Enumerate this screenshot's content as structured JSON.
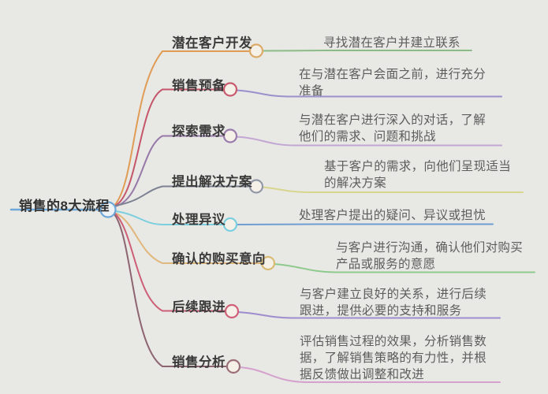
{
  "diagram": {
    "title": "销售的8大流程",
    "background_color": "#e8e8e5",
    "root": {
      "label": "销售的8大流程",
      "color": "#6ea7d8",
      "node_fill": "#edf2f7"
    },
    "node_fill": "#f5f1e8",
    "branches": [
      {
        "label": "潜在客户开发",
        "desc": "寻找潜在客户并建立联系",
        "branch_color": "#e09c54",
        "node_color": "#dcab67",
        "desc_line_color": "#8cbc86"
      },
      {
        "label": "销售预备",
        "desc": "在与潜在客户会面之前，进行充分\n准备",
        "branch_color": "#c5566a",
        "node_color": "#c75a6d",
        "desc_line_color": "#9b90cc"
      },
      {
        "label": "探索需求",
        "desc": "与潜在客户进行深入的对话，了解\n他们的需求、问题和挑战",
        "branch_color": "#9679a8",
        "node_color": "#997cab",
        "desc_line_color": "#c2a6d4"
      },
      {
        "label": "提出解决方案",
        "desc": "基于客户的需求，向他们呈现适当\n的解决方案",
        "branch_color": "#7d8292",
        "node_color": "#9398a6",
        "desc_line_color": "#d8d58d"
      },
      {
        "label": "处理异议",
        "desc": "处理客户提出的疑问、异议或担忧",
        "branch_color": "#7bcfdf",
        "node_color": "#7bcfdf",
        "desc_line_color": "#6f9ed2"
      },
      {
        "label": "确认的购买意向",
        "desc": "与客户进行沟通，确认他们对购买\n产品或服务的意愿",
        "branch_color": "#e1b87c",
        "node_color": "#d9bc74",
        "desc_line_color": "#8fca8d"
      },
      {
        "label": "后续跟进",
        "desc": "与客户建立良好的关系，进行后续\n跟进，提供必要的支持和服务",
        "branch_color": "#cd5f77",
        "node_color": "#d06078",
        "desc_line_color": "#9f8cce"
      },
      {
        "label": "销售分析",
        "desc": "评估销售过程的效果，分析销售数\n据，了解销售策略的有力性，并根\n据反馈做出调整和改进",
        "branch_color": "#8d6570",
        "node_color": "#9c7077",
        "desc_line_color": "#d4a2cc"
      }
    ]
  }
}
